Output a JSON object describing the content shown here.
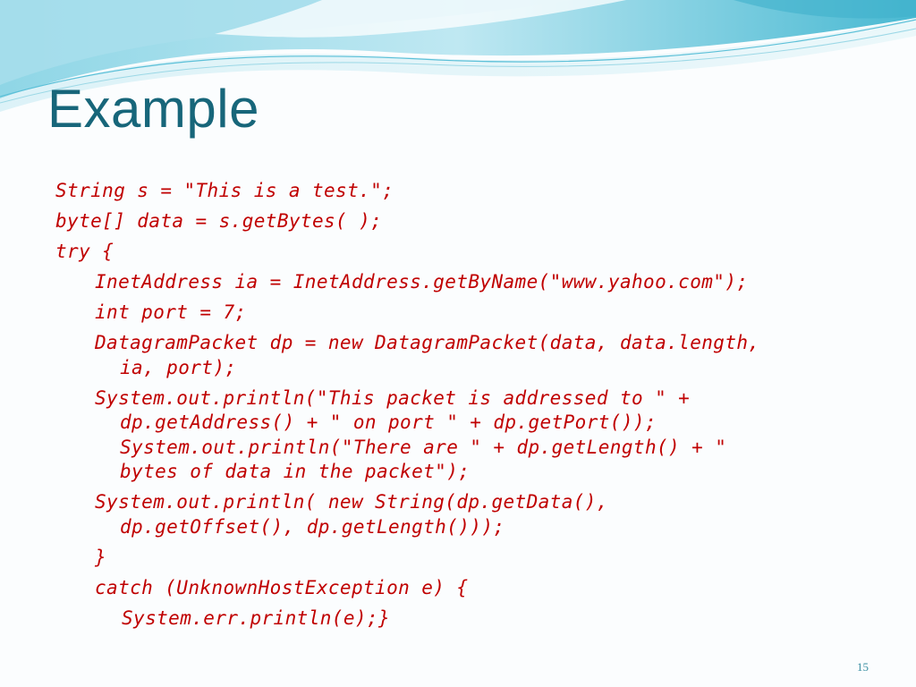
{
  "slide": {
    "title": "Example",
    "slide_number": "15"
  },
  "code": {
    "lines": [
      "String s = \"This is a test.\";",
      "byte[] data = s.getBytes( );",
      "try {",
      "InetAddress ia = InetAddress.getByName(\"www.yahoo.com\");",
      "int port = 7;",
      "DatagramPacket dp = new DatagramPacket(data, data.length,",
      "ia, port);",
      "System.out.println(\"This packet is addressed to \" +",
      "dp.getAddress() + \" on port \" + dp.getPort());",
      "System.out.println(\"There are \" + dp.getLength() + \"",
      "bytes of data in the packet\");",
      "System.out.println( new String(dp.getData(),",
      "dp.getOffset(), dp.getLength()));",
      "}",
      "catch (UnknownHostException e) {",
      "System.err.println(e);}"
    ]
  },
  "colors": {
    "title": "#17667a",
    "code": "#c00000",
    "slide_number": "#3a8fa3",
    "wave_light": "#bfe6f0",
    "wave_mid": "#7fcfe0",
    "wave_dark": "#2fa7c3"
  }
}
